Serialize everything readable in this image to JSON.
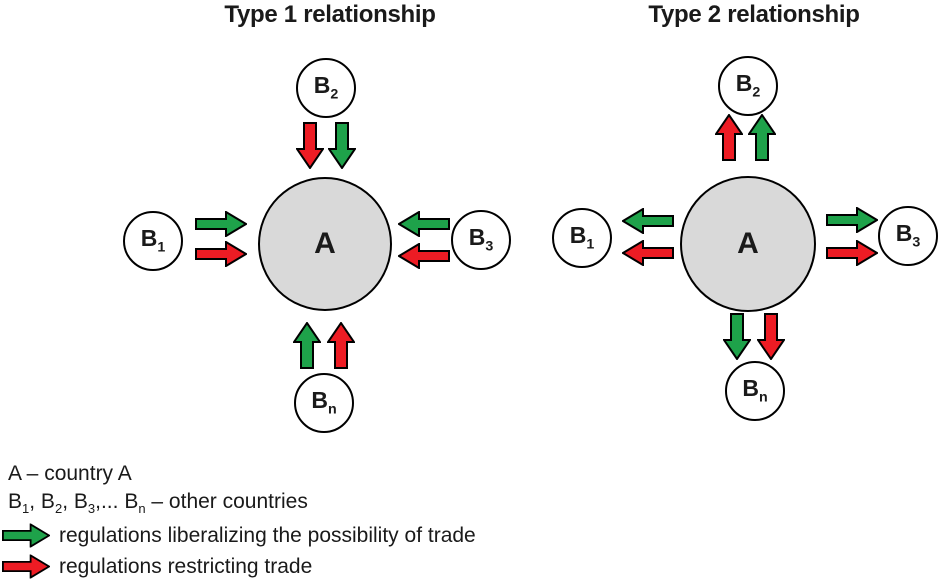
{
  "colors": {
    "green_arrow": "#1EA24A",
    "red_arrow": "#ED1C24",
    "node_fill": "#D9D9D9",
    "satellite_fill": "#FFFFFF",
    "outline": "#000000",
    "text": "#1A1A1A",
    "background": "#FFFFFF"
  },
  "diagrams": [
    {
      "title": "Type 1 relationship",
      "center": {
        "label": "A"
      },
      "satellites": {
        "b1": {
          "label": "B",
          "sub": "1"
        },
        "b2": {
          "label": "B",
          "sub": "2"
        },
        "b3": {
          "label": "B",
          "sub": "3"
        },
        "bn": {
          "label": "B",
          "sub": "n"
        }
      },
      "arrows": {
        "flow": "inward - all arrow pairs point toward A",
        "top_pair": [
          "red",
          "green"
        ],
        "left_pair": [
          "green",
          "red"
        ],
        "right_pair": [
          "green",
          "red"
        ],
        "bottom_pair": [
          "green",
          "red"
        ]
      }
    },
    {
      "title": "Type 2 relationship",
      "center": {
        "label": "A"
      },
      "satellites": {
        "b1": {
          "label": "B",
          "sub": "1"
        },
        "b2": {
          "label": "B",
          "sub": "2"
        },
        "b3": {
          "label": "B",
          "sub": "3"
        },
        "bn": {
          "label": "B",
          "sub": "n"
        }
      },
      "arrows": {
        "flow": "outward - all arrow pairs point away from A",
        "top_pair": [
          "red",
          "green"
        ],
        "left_pair": [
          "green",
          "red"
        ],
        "right_pair": [
          "green",
          "red"
        ],
        "bottom_pair": [
          "green",
          "red"
        ]
      }
    }
  ],
  "legend": {
    "line1": "A – country A",
    "line2": {
      "p0": "B",
      "s0": "1",
      "p1": ", B",
      "s1": "2",
      "p2": ", B",
      "s2": "3",
      "p3": ",... B",
      "s3": "n",
      "p4": " – other countries"
    },
    "green_label": "regulations liberalizing the possibility of trade",
    "red_label": "regulations restricting trade"
  }
}
